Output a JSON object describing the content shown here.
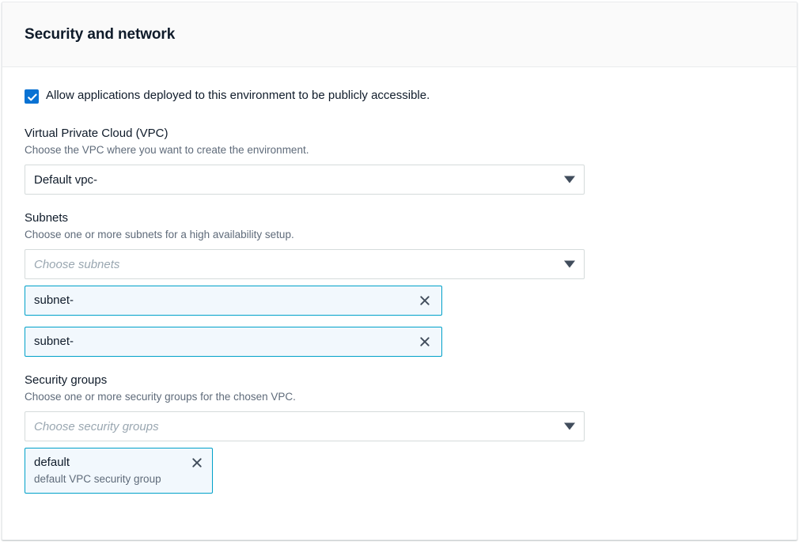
{
  "panel": {
    "title": "Security and network"
  },
  "public_access": {
    "label": "Allow applications deployed to this environment to be publicly accessible.",
    "checked": true,
    "checkbox_color": "#0972d3"
  },
  "vpc": {
    "label": "Virtual Private Cloud (VPC)",
    "description": "Choose the VPC where you want to create the environment.",
    "selected_value": "Default vpc-",
    "caret_icon": "chevron-down-icon"
  },
  "subnets": {
    "label": "Subnets",
    "description": "Choose one or more subnets for a high availability setup.",
    "placeholder": "Choose subnets",
    "caret_icon": "chevron-down-icon",
    "tokens": [
      {
        "label": "subnet-",
        "dismiss_icon": "close-icon"
      },
      {
        "label": "subnet-",
        "dismiss_icon": "close-icon"
      }
    ]
  },
  "security_groups": {
    "label": "Security groups",
    "description": "Choose one or more security groups for the chosen VPC.",
    "placeholder": "Choose security groups",
    "caret_icon": "chevron-down-icon",
    "tokens": [
      {
        "label": "default",
        "description": "default VPC security group",
        "dismiss_icon": "close-icon"
      }
    ]
  },
  "colors": {
    "accent": "#0972d3",
    "token_border": "#00a1c9",
    "token_background": "#f2f8fd",
    "text": "#0f1b2a",
    "muted_text": "#5f6b7a",
    "border": "#d5dbdb",
    "header_background": "#fafafa"
  }
}
